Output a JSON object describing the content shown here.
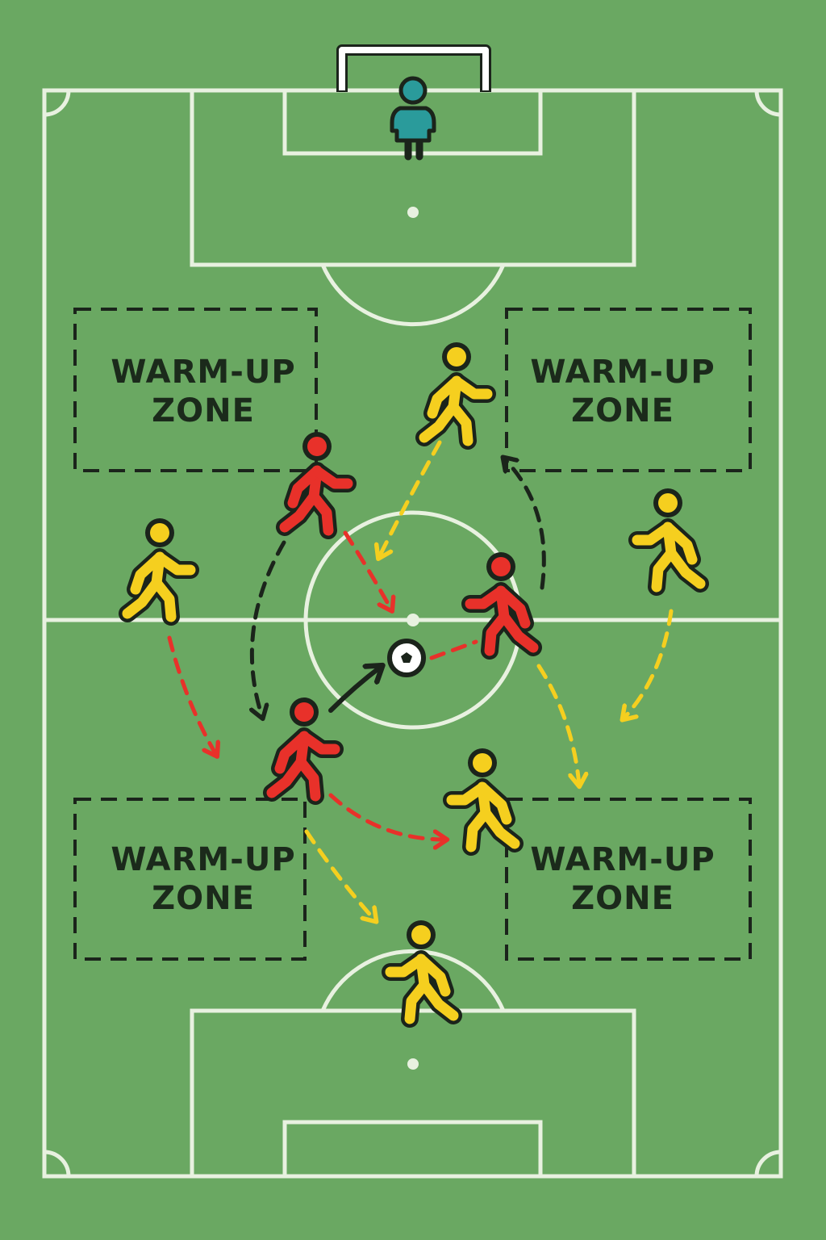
{
  "colors": {
    "pitch": "#6aa862",
    "lines": "#e8f1e0",
    "team_red": "#e8312a",
    "team_yellow": "#f5cf1f",
    "goalkeeper": "#2a9b9b",
    "outline": "#1b241b"
  },
  "zones": [
    {
      "line1": "WARM-UP",
      "line2": "ZONE"
    },
    {
      "line1": "WARM-UP",
      "line2": "ZONE"
    },
    {
      "line1": "WARM-UP",
      "line2": "ZONE"
    },
    {
      "line1": "WARM-UP",
      "line2": "ZONE"
    }
  ],
  "players": {
    "red_count": 3,
    "yellow_count": 5,
    "goalkeeper_count": 1
  },
  "icons": {
    "ball": "soccer-ball-icon",
    "player": "running-player-icon",
    "goalkeeper": "goalkeeper-icon"
  }
}
